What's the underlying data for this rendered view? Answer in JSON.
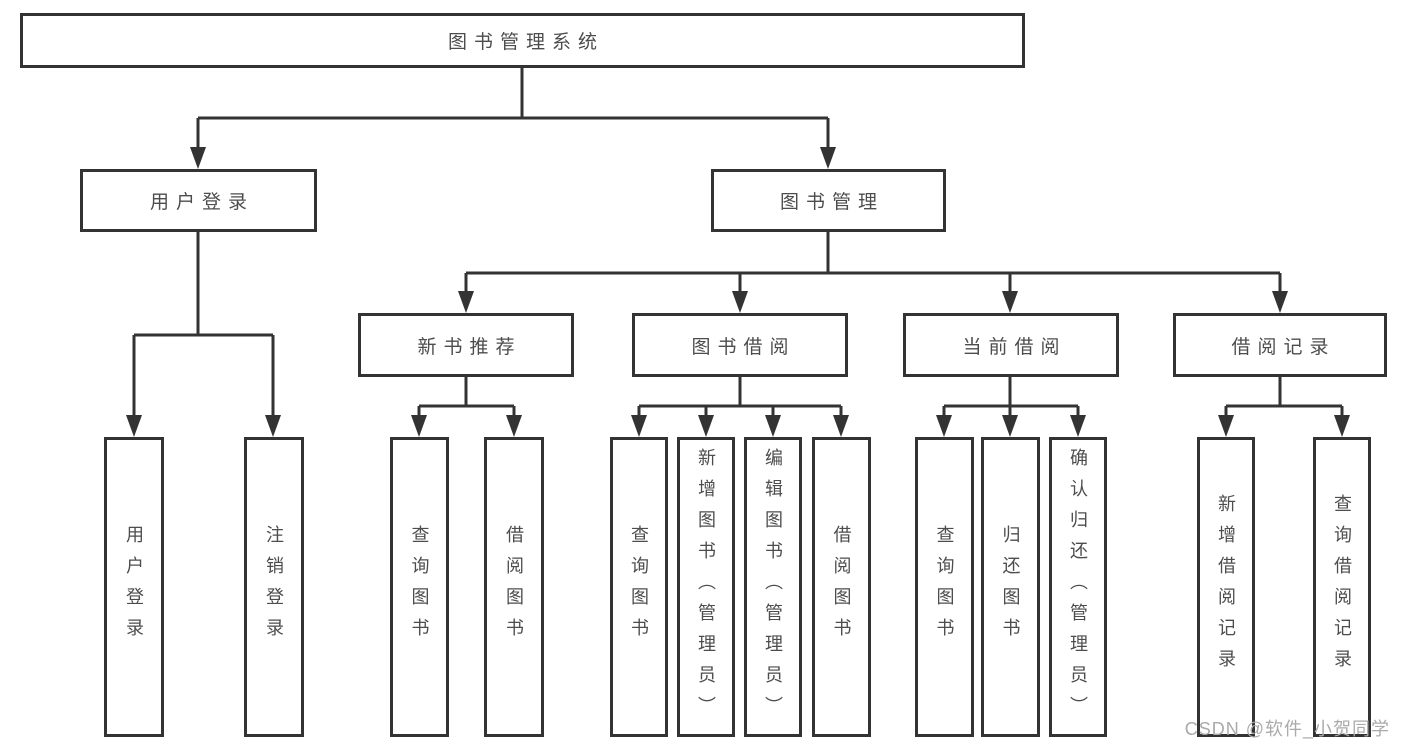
{
  "tree": {
    "label": "图书管理系统",
    "children": [
      {
        "label": "用户登录",
        "children": [
          {
            "label": "用户登录"
          },
          {
            "label": "注销登录"
          }
        ]
      },
      {
        "label": "图书管理",
        "children": [
          {
            "label": "新书推荐",
            "children": [
              {
                "label": "查询图书"
              },
              {
                "label": "借阅图书"
              }
            ]
          },
          {
            "label": "图书借阅",
            "children": [
              {
                "label": "查询图书"
              },
              {
                "label": "新增图书（管理员）"
              },
              {
                "label": "编辑图书（管理员）"
              },
              {
                "label": "借阅图书"
              }
            ]
          },
          {
            "label": "当前借阅",
            "children": [
              {
                "label": "查询图书"
              },
              {
                "label": "归还图书"
              },
              {
                "label": "确认归还（管理员）"
              }
            ]
          },
          {
            "label": "借阅记录",
            "children": [
              {
                "label": "新增借阅记录"
              },
              {
                "label": "查询借阅记录"
              }
            ]
          }
        ]
      }
    ]
  },
  "watermark": {
    "text": "CSDN @软件_小贺同学"
  },
  "colors": {
    "line": "#333333",
    "box_border": "#333333",
    "box_text": "#4d4d4d",
    "watermark_text": "#aaaaaa",
    "background": "#ffffff"
  }
}
